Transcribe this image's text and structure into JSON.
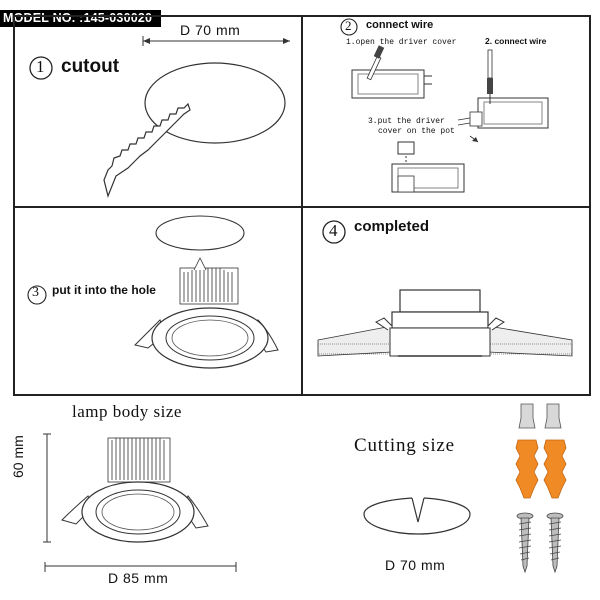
{
  "header": {
    "model_no": "MODEL NO. :145-030020"
  },
  "step1": {
    "number": "1",
    "title": "cutout",
    "dimension": "D 70 mm"
  },
  "step2": {
    "number": "2",
    "title": "connect wire",
    "sub1": "1.open the driver cover",
    "sub2": "2. connect wire",
    "sub3_line1": "3.put the driver",
    "sub3_line2": "cover on the pot"
  },
  "step3": {
    "number": "3",
    "title": "put it into the hole"
  },
  "step4": {
    "number": "4",
    "title": "completed"
  },
  "bottom": {
    "lamp_title": "lamp body size",
    "height_dim": "60 mm",
    "width_dim": "D 85 mm",
    "cutting_title": "Cutting size",
    "cutting_dim": "D 70 mm"
  },
  "colors": {
    "frame": "#222222",
    "anchor": "#f08a24",
    "cap": "#d8d8d8"
  }
}
